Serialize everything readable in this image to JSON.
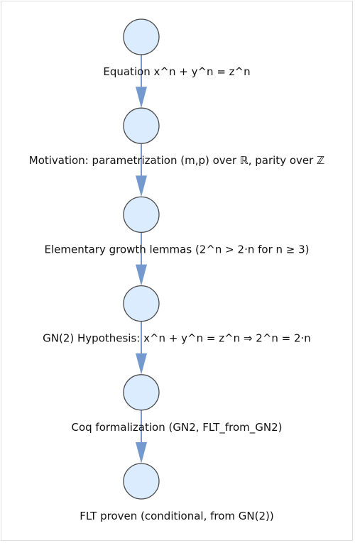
{
  "diagram": {
    "colors": {
      "node_fill": "#dcecff",
      "node_stroke": "#4a4a4a",
      "edge": "#7399cf",
      "text": "#111111"
    },
    "nodes": [
      {
        "id": "equation",
        "label": "Equation x^n + y^n = z^n"
      },
      {
        "id": "motivation",
        "label": "Motivation: parametrization (m,p) over ℝ, parity over ℤ"
      },
      {
        "id": "growth-lemmas",
        "label": "Elementary growth lemmas (2^n > 2·n for n ≥ 3)"
      },
      {
        "id": "gn2-hypothesis",
        "label": "GN(2) Hypothesis: x^n + y^n = z^n ⇒ 2^n = 2·n"
      },
      {
        "id": "coq-formalization",
        "label": "Coq formalization (GN2, FLT_from_GN2)"
      },
      {
        "id": "flt-proven",
        "label": "FLT proven (conditional, from GN(2))"
      }
    ],
    "edges": [
      {
        "from": "equation",
        "to": "motivation"
      },
      {
        "from": "motivation",
        "to": "growth-lemmas"
      },
      {
        "from": "growth-lemmas",
        "to": "gn2-hypothesis"
      },
      {
        "from": "gn2-hypothesis",
        "to": "coq-formalization"
      },
      {
        "from": "coq-formalization",
        "to": "flt-proven"
      }
    ]
  }
}
